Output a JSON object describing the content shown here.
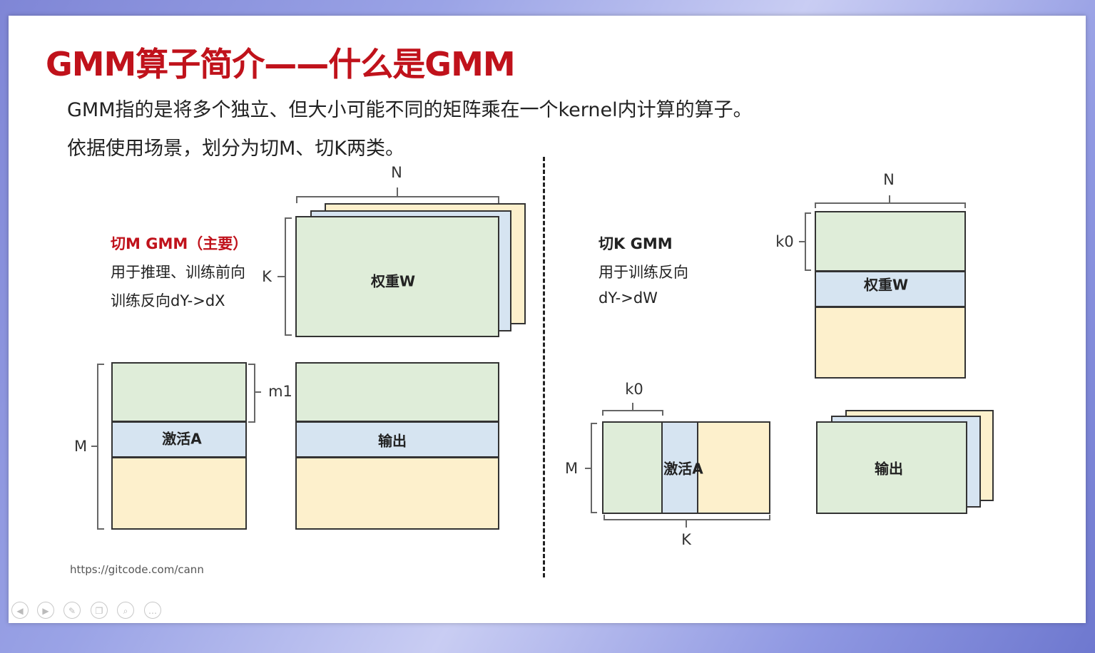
{
  "title": "GMM算子简介——什么是GMM",
  "intro": {
    "line1": "GMM指的是将多个独立、但大小可能不同的矩阵乘在一个kernel内计算的算子。",
    "line2": "依据使用场景，划分为切M、切K两类。"
  },
  "left": {
    "heading": "切M GMM（主要）",
    "desc1": "用于推理、训练前向",
    "desc2": "训练反向dY->dX",
    "weight_label": "权重W",
    "activation_label": "激活A",
    "output_label": "输出",
    "axis_n": "N",
    "axis_k": "K",
    "axis_m": "M",
    "axis_m1": "m1"
  },
  "right": {
    "heading": "切K GMM",
    "desc1": "用于训练反向",
    "desc2": "dY->dW",
    "weight_label": "权重W",
    "activation_label": "激活A",
    "output_label": "输出",
    "axis_n": "N",
    "axis_k0_top": "k0",
    "axis_k0_bottom": "k0",
    "axis_m": "M",
    "axis_k": "K"
  },
  "footer_url": "https://gitcode.com/cann",
  "colors": {
    "title": "#c0121b",
    "green": "#dfedd9",
    "blue": "#d6e4f1",
    "yellow": "#fdf0cc"
  },
  "player_controls": [
    "prev-icon",
    "next-icon",
    "pen-icon",
    "copy-icon",
    "zoom-icon",
    "more-icon"
  ]
}
